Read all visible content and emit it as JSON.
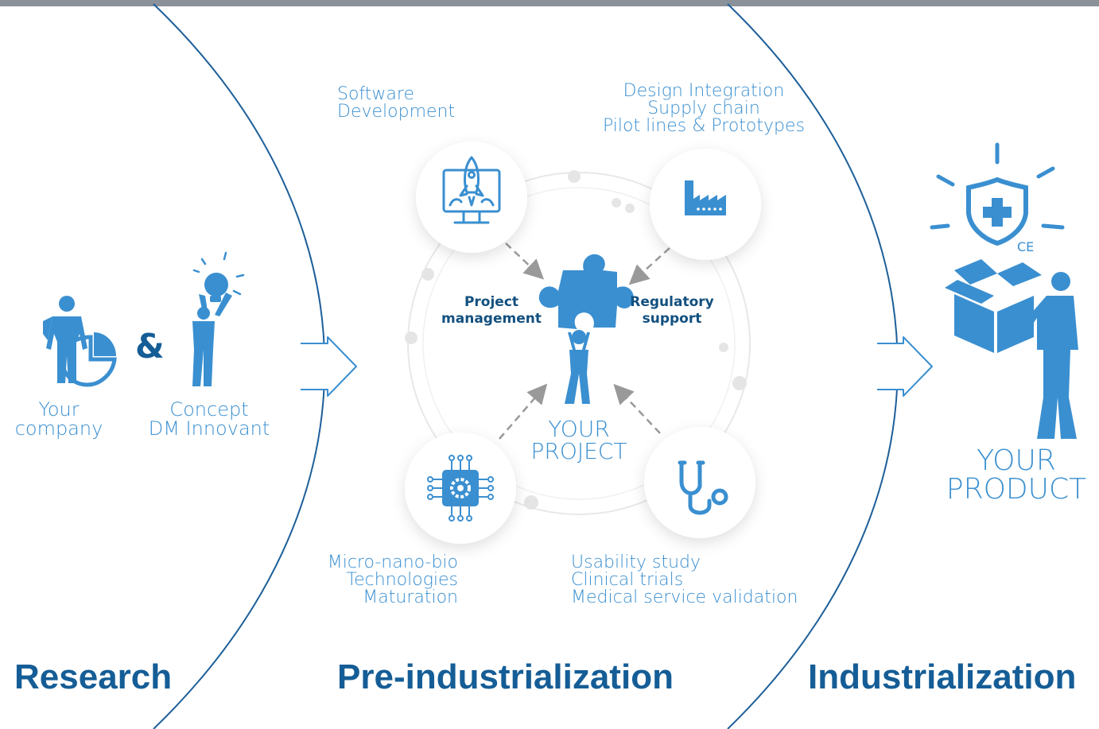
{
  "phases": {
    "research": "Research",
    "pre_industrialization": "Pre-industrialization",
    "industrialization": "Industrialization"
  },
  "left": {
    "ampersand": "&",
    "your_company": [
      "Your",
      "company"
    ],
    "concept": [
      "Concept",
      "DM Innovant"
    ]
  },
  "satellites": {
    "software": [
      "Software",
      "Development"
    ],
    "design": [
      "Design Integration",
      "Supply chain",
      "Pilot lines & Prototypes"
    ],
    "micro": [
      "Micro-nano-bio",
      "Technologies",
      "Maturation"
    ],
    "usability": [
      "Usability study",
      "Clinical trials",
      "Medical service validation"
    ]
  },
  "center": {
    "project_management": [
      "Project",
      "management"
    ],
    "regulatory_support": [
      "Regulatory",
      "support"
    ],
    "your_project": [
      "YOUR",
      "PROJECT"
    ]
  },
  "right": {
    "ce_mark": "CE",
    "your_product": [
      "YOUR",
      "PRODUCT"
    ]
  },
  "colors": {
    "accent": "#3a8fd0",
    "phase_text": "#155d96",
    "inner_text": "#12507f",
    "top_bar": "#8a9199",
    "arrows": "#999999",
    "ring": "#e8e8e8"
  },
  "icons": {
    "software": "rocket-monitor-icon",
    "design": "factory-icon",
    "micro": "chip-gear-icon",
    "usability": "stethoscope-icon",
    "center": "puzzle-person-icon",
    "research_company": "businessman-pie-chart-icon",
    "research_concept": "person-lightbulb-icon",
    "product": "person-box-shield-icon"
  }
}
